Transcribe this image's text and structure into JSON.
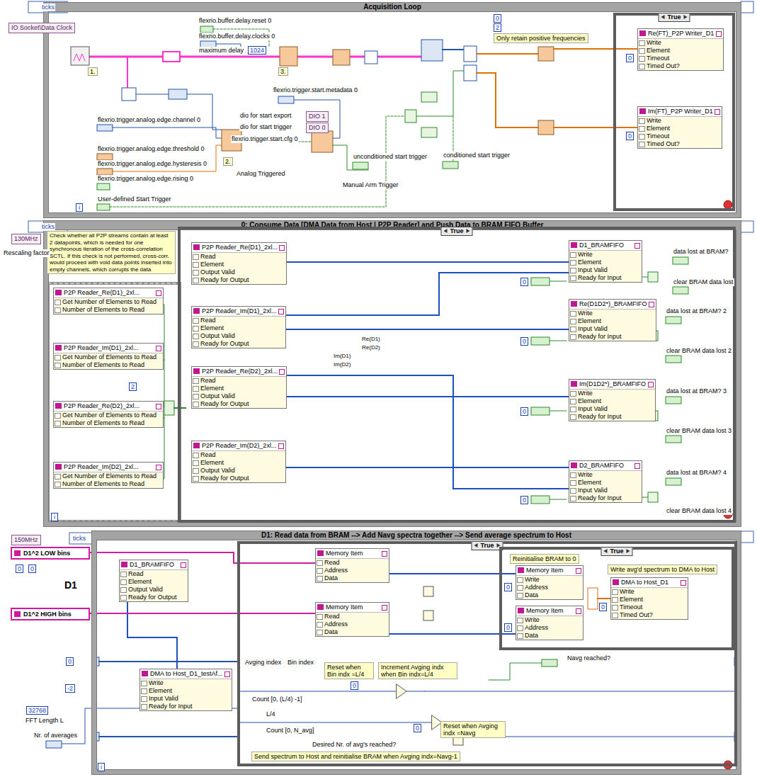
{
  "diagram": {
    "nodes": [
      {
        "text": [
          "Acquisition Loop"
        ]
      },
      {
        "text": [
          "Only retain positive frequencies"
        ],
        "in": 0
      },
      {
        "text": [
          "True"
        ],
        "in": 0
      },
      {
        "text": [
          "Re(FT)_P2P Writer_D1",
          "Write",
          "Element",
          "Timeout",
          "Timed Out?"
        ],
        "in": 2
      },
      {
        "text": [
          "Im(FT)_P2P Writer_D1",
          "Write",
          "Element",
          "Timeout",
          "Timed Out?"
        ],
        "in": 2
      },
      {
        "text": [
          "0: Consume Data [DMA Data from Host | P2P Reader] and Push Data to BRAM FIFO Buffer"
        ]
      },
      {
        "text": [
          "Check whether all P2P streams contain at least 2 datapoints, which is needed for one synchronous iteration of the cross-correlation SCTL. If this check is not performed, cross-corr. would proceed with void data points inserted into empty channels, which corrupts the data"
        ],
        "in": 5
      },
      {
        "text": [
          "P2P Reader_Re(D1)_2xl...",
          "Get Number of Elements to Read",
          "Number of Elements to Read"
        ],
        "in": 5
      },
      {
        "text": [
          "P2P Reader_Im(D1)_2xl...",
          "Get Number of Elements to Read",
          "Number of Elements to Read"
        ],
        "in": 5
      },
      {
        "text": [
          "P2P Reader_Re(D2)_2xl...",
          "Get Number of Elements to Read",
          "Number of Elements to Read"
        ],
        "in": 5
      },
      {
        "text": [
          "P2P Reader_Im(D2)_2xl...",
          "Get Number of Elements to Read",
          "Number of Elements to Read"
        ],
        "in": 5
      },
      {
        "text": [
          "True"
        ],
        "in": 5
      },
      {
        "text": [
          "P2P Reader_Re(D1)_2xl...",
          "Read",
          "Element",
          "Output Valid",
          "Ready for Output"
        ],
        "in": 11
      },
      {
        "text": [
          "P2P Reader_Im(D1)_2xl...",
          "Read",
          "Element",
          "Output Valid",
          "Ready for Output"
        ],
        "in": 11
      },
      {
        "text": [
          "P2P Reader_Re(D2)_2xl...",
          "Read",
          "Element",
          "Output Valid",
          "Ready for Output"
        ],
        "in": 11
      },
      {
        "text": [
          "P2P Reader_Im(D2)_2xl...",
          "Read",
          "Element",
          "Output Valid",
          "Ready for Output"
        ],
        "in": 11
      },
      {
        "text": [
          "D1_BRAMFIFO",
          "Write",
          "Element",
          "Input Valid",
          "Ready for Input"
        ],
        "in": 11
      },
      {
        "text": [
          "Re(D1D2*)_BRAMFIFO",
          "Write",
          "Element",
          "Input Valid",
          "Ready for Input"
        ],
        "in": 11
      },
      {
        "text": [
          "Im(D1D2*)_BRAMFIFO",
          "Write",
          "Element",
          "Input Valid",
          "Ready for Input"
        ],
        "in": 11
      },
      {
        "text": [
          "D2_BRAMFIFO",
          "Write",
          "Element",
          "Input Valid",
          "Ready for Input"
        ],
        "in": 11
      },
      {
        "text": [
          "D1^2 LOW bins"
        ]
      },
      {
        "text": [
          "D1^2 HIGH bins"
        ]
      },
      {
        "text": [
          "D1: Read data from BRAM --> Add Navg spectra together --> Send average spectrum to Host"
        ]
      },
      {
        "text": [
          "D1_BRAMFIFO",
          "Read",
          "Element",
          "Output Valid",
          "Ready for Output"
        ],
        "in": 22
      },
      {
        "text": [
          "DMA to Host_D1_testAf...",
          "Write",
          "Element",
          "Input Valid",
          "Ready for Input"
        ],
        "in": 22
      },
      {
        "text": [
          "True"
        ],
        "in": 22
      },
      {
        "text": [
          "Memory Item",
          "Read",
          "Address",
          "Data"
        ],
        "in": 25
      },
      {
        "text": [
          "Memory Item",
          "Read",
          "Address",
          "Data"
        ],
        "in": 25
      },
      {
        "text": [
          "True"
        ],
        "in": 25
      },
      {
        "text": [
          "Reinitialise BRAM to 0"
        ],
        "in": 28
      },
      {
        "text": [
          "Memory Item",
          "Write",
          "Address",
          "Data"
        ],
        "in": 28
      },
      {
        "text": [
          "Memory Item",
          "Write",
          "Address",
          "Data"
        ],
        "in": 28
      },
      {
        "text": [
          "Write avg'd spectrum to DMA to Host"
        ],
        "in": 28
      },
      {
        "text": [
          "DMA to Host_D1",
          "Write",
          "Element",
          "Timeout",
          "Timed Out?"
        ],
        "in": 28
      },
      {
        "text": [
          "Reset when Bin indx =L/4"
        ],
        "in": 25
      },
      {
        "text": [
          "Increment Avging indx when Bin indx=L/4"
        ],
        "in": 25
      },
      {
        "text": [
          "Reset when Avging indx =Navg"
        ],
        "in": 25
      },
      {
        "text": [
          "Send spectrum to Host and reinitialise BRAM when Avging indx=Navg-1"
        ],
        "in": 25
      }
    ],
    "edges": [
      {
        "from": 12,
        "to": 16,
        "arrow": "none"
      },
      {
        "from": 13,
        "to": 16,
        "arrow": "none"
      },
      {
        "from": 14,
        "to": 19,
        "arrow": "none"
      },
      {
        "from": 15,
        "to": 19,
        "arrow": "none"
      },
      {
        "from": 13,
        "to": 17,
        "arrow": "none"
      },
      {
        "from": 14,
        "to": 18,
        "arrow": "none"
      },
      {
        "from": 23,
        "to": 24,
        "arrow": "none"
      },
      {
        "from": 20,
        "to": 26,
        "arrow": "none"
      },
      {
        "from": 21,
        "to": 27,
        "arrow": "none"
      },
      {
        "from": 26,
        "to": 30,
        "arrow": "none"
      },
      {
        "from": 27,
        "to": 31,
        "arrow": "none"
      }
    ],
    "labels": [
      "ticks",
      "IO Socket\\Data Clock",
      "flexrio.buffer.delay.reset 0",
      "flexrio.buffer.delay.clocks 0",
      "maximum delay",
      "1024",
      "1.",
      "flexrio.trigger.analog.edge.channel 0",
      "flexrio.trigger.analog.edge.threshold 0",
      "flexrio.trigger.analog.edge.hysteresis 0",
      "flexrio.trigger.analog.edge.rising 0",
      "2.",
      "Analog Triggered",
      "User-defined Start Trigger",
      "3.",
      "dio for start export",
      "DIO 1",
      "dio for start trigger",
      "DIO 0",
      "flexrio.trigger.start.cfg 0",
      "flexrio.trigger.start.metadata 0",
      "unconditioned start trigger",
      "conditioned start trigger",
      "Manual Arm Trigger",
      "0",
      "2",
      "0",
      "0",
      "i",
      "ticks",
      "130MHz",
      "Rescaling factor",
      "2",
      "Re(D1)",
      "Re(D2)",
      "Im(D1)",
      "Im(D2)",
      "0",
      "data lost at BRAM?",
      "clear BRAM data lost",
      "0",
      "data lost at BRAM? 2",
      "clear BRAM data lost 2",
      "0",
      "data lost at BRAM? 3",
      "clear BRAM data lost 3",
      "0",
      "data lost at BRAM? 4",
      "clear BRAM data lost 4",
      "i",
      "150MHz",
      "ticks",
      "0",
      "0",
      "D1",
      "0",
      "0",
      "0",
      "Navg reached?",
      "Avging index",
      "Bin index",
      "0",
      "Count [0, (L/4) -1]",
      "L/4",
      "Count [0, N_avg]",
      "Desired Nr. of avg's reached?",
      "0",
      "0",
      "-2",
      "32768",
      "FFT Length L",
      "Nr. of averages",
      "i"
    ]
  }
}
